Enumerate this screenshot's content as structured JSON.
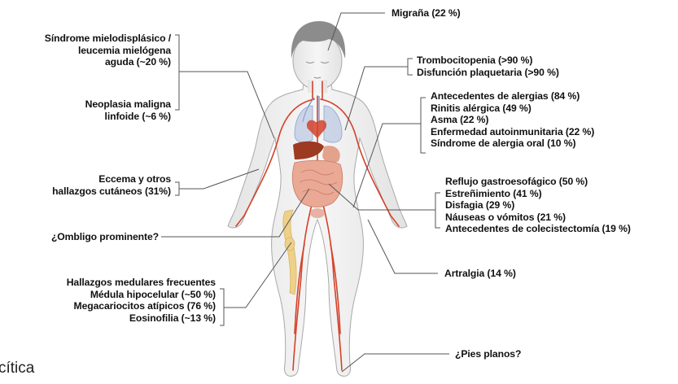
{
  "labels": {
    "migraine": "Migraña (22 %)",
    "mds_line1": "Síndrome mielodisplásico /",
    "mds_line2": "leucemia mielógena",
    "mds_line3": "aguda (~20 %)",
    "lymphoid_line1": "Neoplasia maligna",
    "lymphoid_line2": "linfoide (~6 %)",
    "eczema_line1": "Eccema y otros",
    "eczema_line2": "hallazgos cutáneos (31%)",
    "navel": "¿Ombligo prominente?",
    "marrow_title": "Hallazgos medulares frecuentes",
    "marrow_1": "Médula hipocelular (~50 %)",
    "marrow_2": "Megacariocitos atípicos (76 %)",
    "marrow_3": "Eosinofilia (~13 %)",
    "platelet_1": "Trombocitopenia (>90 %)",
    "platelet_2": "Disfunción plaquetaria (>90 %)",
    "allergy_1": "Antecedentes de alergias (84 %)",
    "allergy_2": "Rinitis alérgica (49 %)",
    "allergy_3": "Asma (22 %)",
    "allergy_4": "Enfermedad autoinmunitaria (22 %)",
    "allergy_5": "Síndrome de alergia oral (10 %)",
    "gi_1": "Reflujo gastroesofágico (50 %)",
    "gi_2": "Estreñimiento (41 %)",
    "gi_3": "Disfagia (29 %)",
    "gi_4": "Náuseas o vómitos (21 %)",
    "gi_5": "Antecedentes de colecistectomía (19 %)",
    "arthralgia": "Artralgia (14 %)",
    "flatfeet": "¿Pies planos?",
    "partial_caption": "cítica"
  },
  "colors": {
    "skin": "#eeeeee",
    "outline": "#9a9a9a",
    "artery": "#d4422a",
    "vein": "#6f8fc7",
    "organ": "#e89a86",
    "liver": "#9c3a22",
    "bone": "#efd088",
    "leader": "#555555"
  }
}
